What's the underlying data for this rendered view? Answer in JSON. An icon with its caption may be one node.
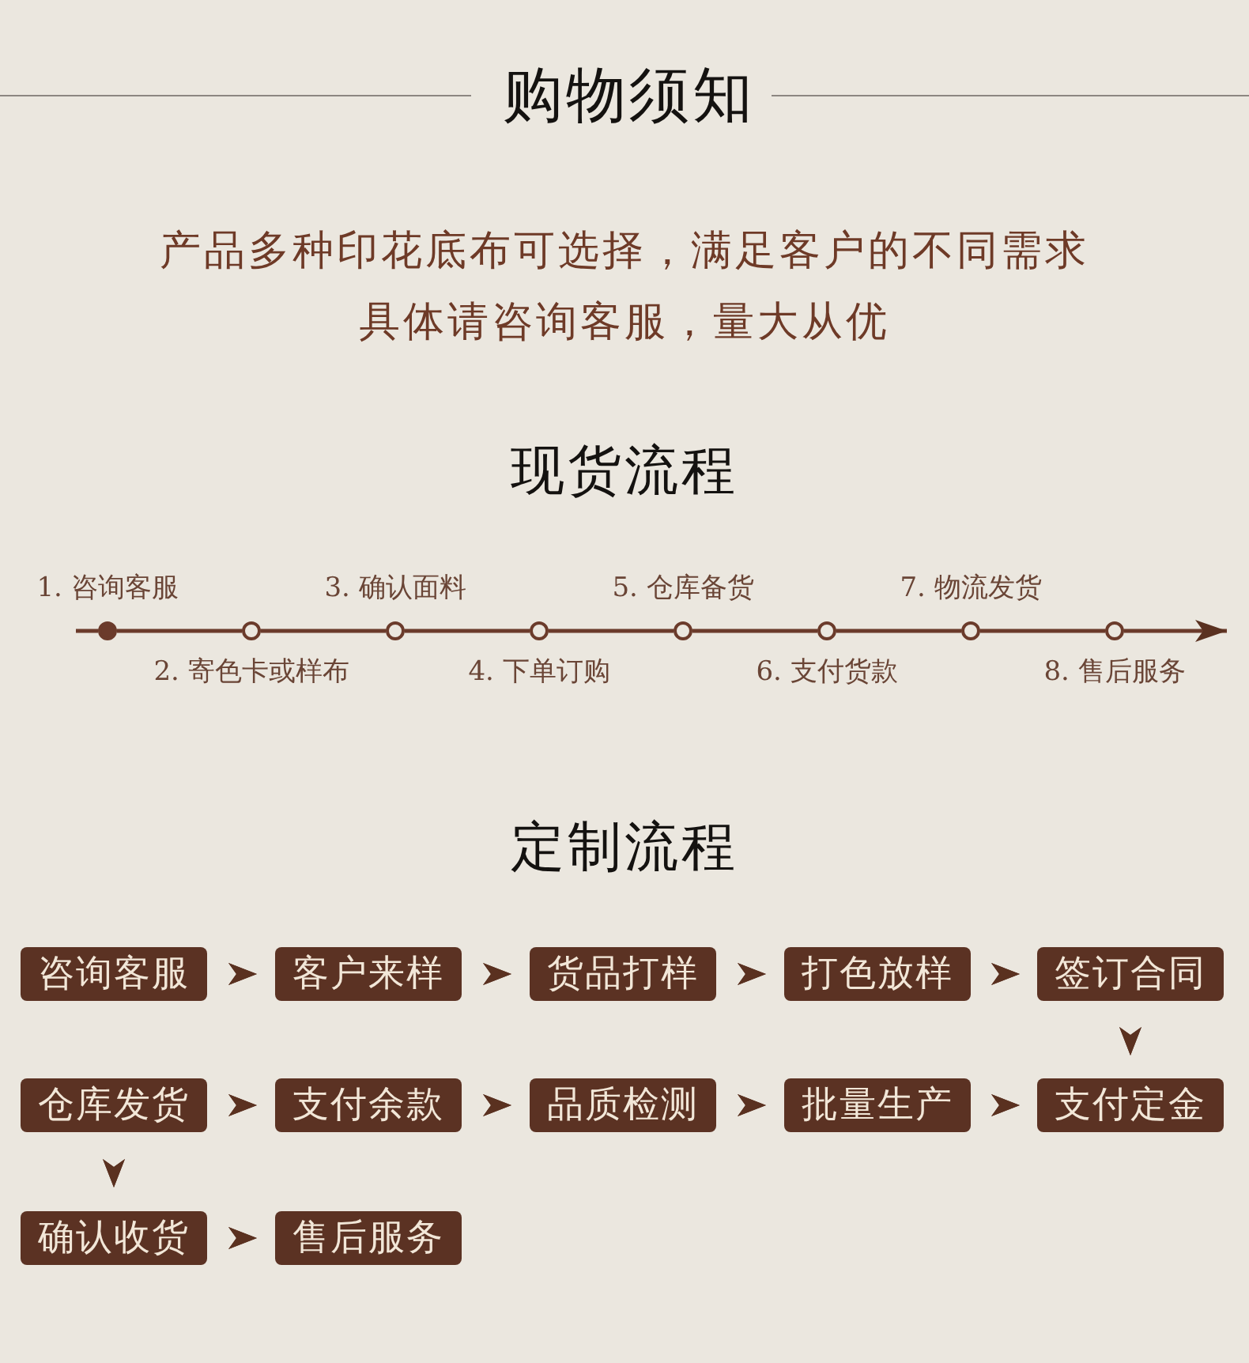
{
  "diagram": {
    "title": "购物须知",
    "nodes": [
      {
        "text": [],
        "shape": "circle",
        "beside": [
          "1. 咨询客服"
        ]
      },
      {
        "text": [],
        "shape": "circle",
        "beside": [
          "2. 寄色卡或样布"
        ]
      },
      {
        "text": [],
        "shape": "circle",
        "beside": [
          "3. 确认面料"
        ]
      },
      {
        "text": [],
        "shape": "circle",
        "beside": [
          "4. 下单订购"
        ]
      },
      {
        "text": [],
        "shape": "circle",
        "beside": [
          "5. 仓库备货"
        ]
      },
      {
        "text": [],
        "shape": "circle",
        "beside": [
          "6. 支付货款"
        ]
      },
      {
        "text": [],
        "shape": "circle",
        "beside": [
          "7. 物流发货"
        ]
      },
      {
        "text": [],
        "shape": "circle",
        "beside": [
          "8. 售后服务"
        ]
      },
      {
        "text": [
          "咨询客服"
        ]
      },
      {
        "text": [
          "客户来样"
        ]
      },
      {
        "text": [
          "货品打样"
        ]
      },
      {
        "text": [
          "打色放样"
        ]
      },
      {
        "text": [
          "签订合同"
        ]
      },
      {
        "text": [
          "仓库发货"
        ]
      },
      {
        "text": [
          "支付余款"
        ]
      },
      {
        "text": [
          "品质检测"
        ]
      },
      {
        "text": [
          "批量生产"
        ]
      },
      {
        "text": [
          "支付定金"
        ]
      },
      {
        "text": [
          "确认收货"
        ]
      },
      {
        "text": [
          "售后服务"
        ]
      }
    ],
    "edges": [
      {
        "from": null,
        "to": 0,
        "arrow": "none"
      },
      {
        "from": 0,
        "to": 1,
        "arrow": "none"
      },
      {
        "from": 1,
        "to": 2,
        "arrow": "none"
      },
      {
        "from": 2,
        "to": 3,
        "arrow": "none"
      },
      {
        "from": 3,
        "to": 4,
        "arrow": "none"
      },
      {
        "from": 4,
        "to": 5,
        "arrow": "none"
      },
      {
        "from": 5,
        "to": 6,
        "arrow": "none"
      },
      {
        "from": 6,
        "to": 7,
        "arrow": "none"
      },
      {
        "from": 7,
        "to": null,
        "arrow": "to"
      },
      {
        "from": 8,
        "to": 9,
        "arrow": "to"
      },
      {
        "from": 9,
        "to": 10,
        "arrow": "to"
      },
      {
        "from": 10,
        "to": 11,
        "arrow": "to"
      },
      {
        "from": 11,
        "to": 12,
        "arrow": "to"
      },
      {
        "from": 12,
        "to": 17,
        "arrow": "to"
      },
      {
        "from": 13,
        "to": 14,
        "arrow": "to"
      },
      {
        "from": 14,
        "to": 15,
        "arrow": "to"
      },
      {
        "from": 15,
        "to": 16,
        "arrow": "to"
      },
      {
        "from": 16,
        "to": 17,
        "arrow": "to"
      },
      {
        "from": 13,
        "to": 18,
        "arrow": "to"
      },
      {
        "from": 18,
        "to": 19,
        "arrow": "to"
      }
    ],
    "labels": [
      "产品多种印花底布可选择，满足客户的不同需求",
      "具体请咨询客服，量大从优",
      "现货流程",
      "定制流程"
    ]
  }
}
